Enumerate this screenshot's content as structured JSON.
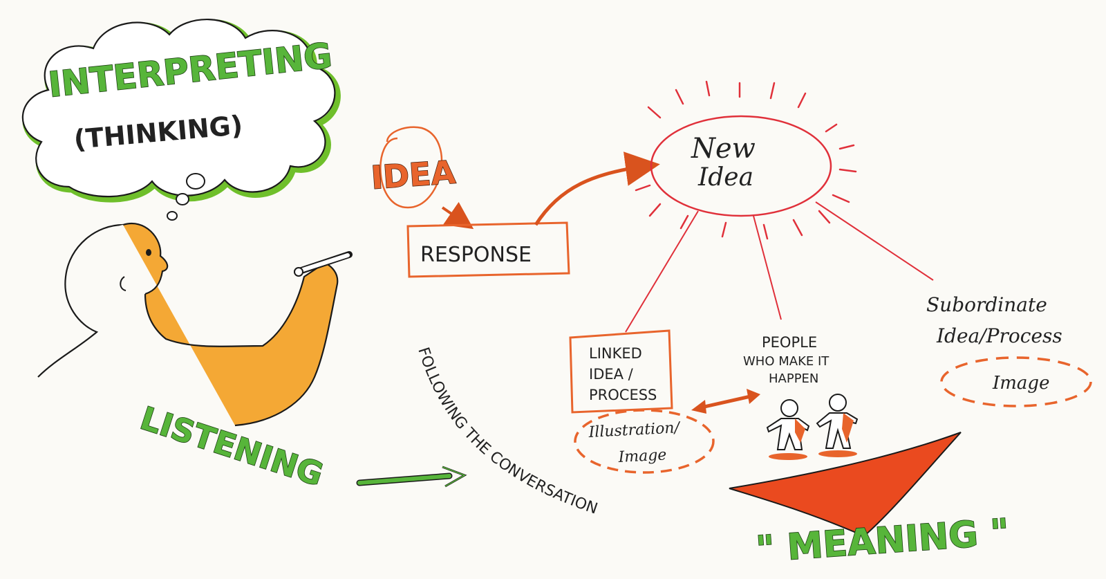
{
  "thought_cloud": {
    "title": "INTERPRETING",
    "subtitle": "(THINKING)"
  },
  "idea": {
    "label": "IDEA"
  },
  "response": {
    "label": "RESPONSE"
  },
  "new_idea": {
    "line1": "New",
    "line2": "Idea"
  },
  "linked": {
    "line1": "LINKED",
    "line2": "IDEA /",
    "line3": "PROCESS"
  },
  "illustration": {
    "line1": "Illustration/",
    "line2": "Image"
  },
  "people": {
    "line1": "PEOPLE",
    "line2": "WHO MAKE IT",
    "line3": "HAPPEN"
  },
  "subordinate": {
    "line1": "Subordinate",
    "line2": "Idea/Process",
    "image": "Image"
  },
  "listening": {
    "label": "LISTENING"
  },
  "following": {
    "label": "FOLLOWING THE CONVERSATION"
  },
  "meaning": {
    "label": "\" MEANING \""
  },
  "colors": {
    "green": "#57b53a",
    "orange": "#e8642c",
    "red": "#e0303a",
    "skin": "#f3a32a"
  }
}
